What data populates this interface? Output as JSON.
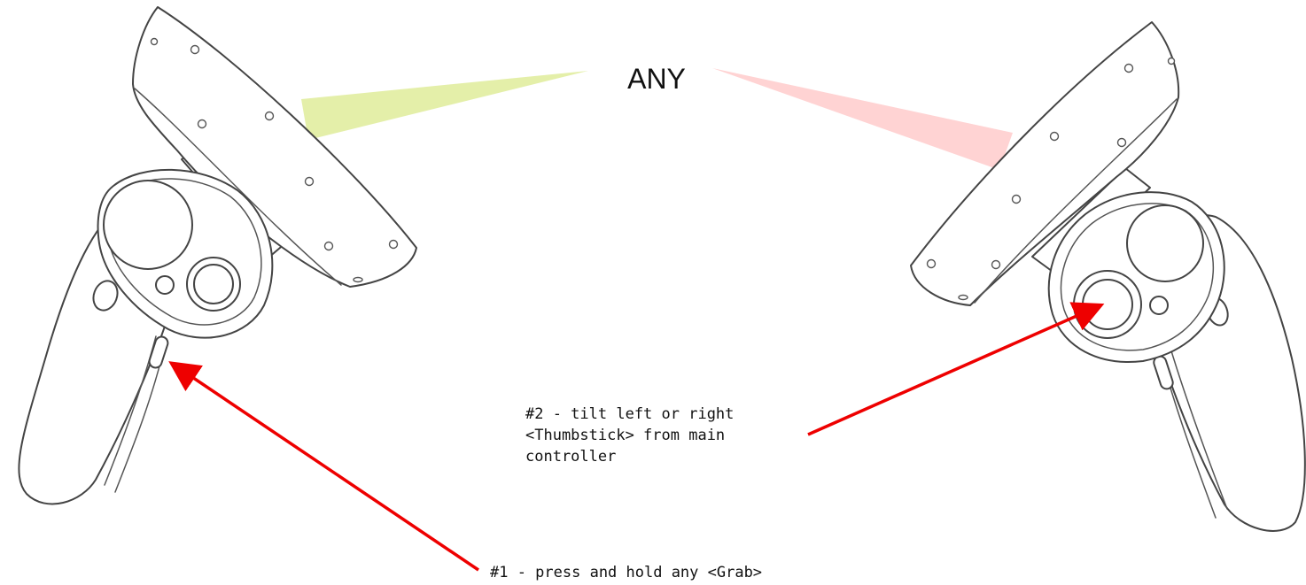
{
  "title": "ANY",
  "colors": {
    "left_beam": "#dbea8c",
    "right_beam": "#ffc4c4",
    "arrow": "#ee0000",
    "outline": "#444444"
  },
  "callouts": {
    "step1": {
      "lines": [
        "#1 - press and hold any <Grab>"
      ]
    },
    "step2": {
      "lines": [
        "#2 - tilt left or right",
        "<Thumbstick> from main",
        "controller"
      ]
    }
  },
  "controllers": {
    "left": {
      "name": "left-controller",
      "target": "grab-button"
    },
    "right": {
      "name": "right-controller",
      "target": "thumbstick"
    }
  }
}
